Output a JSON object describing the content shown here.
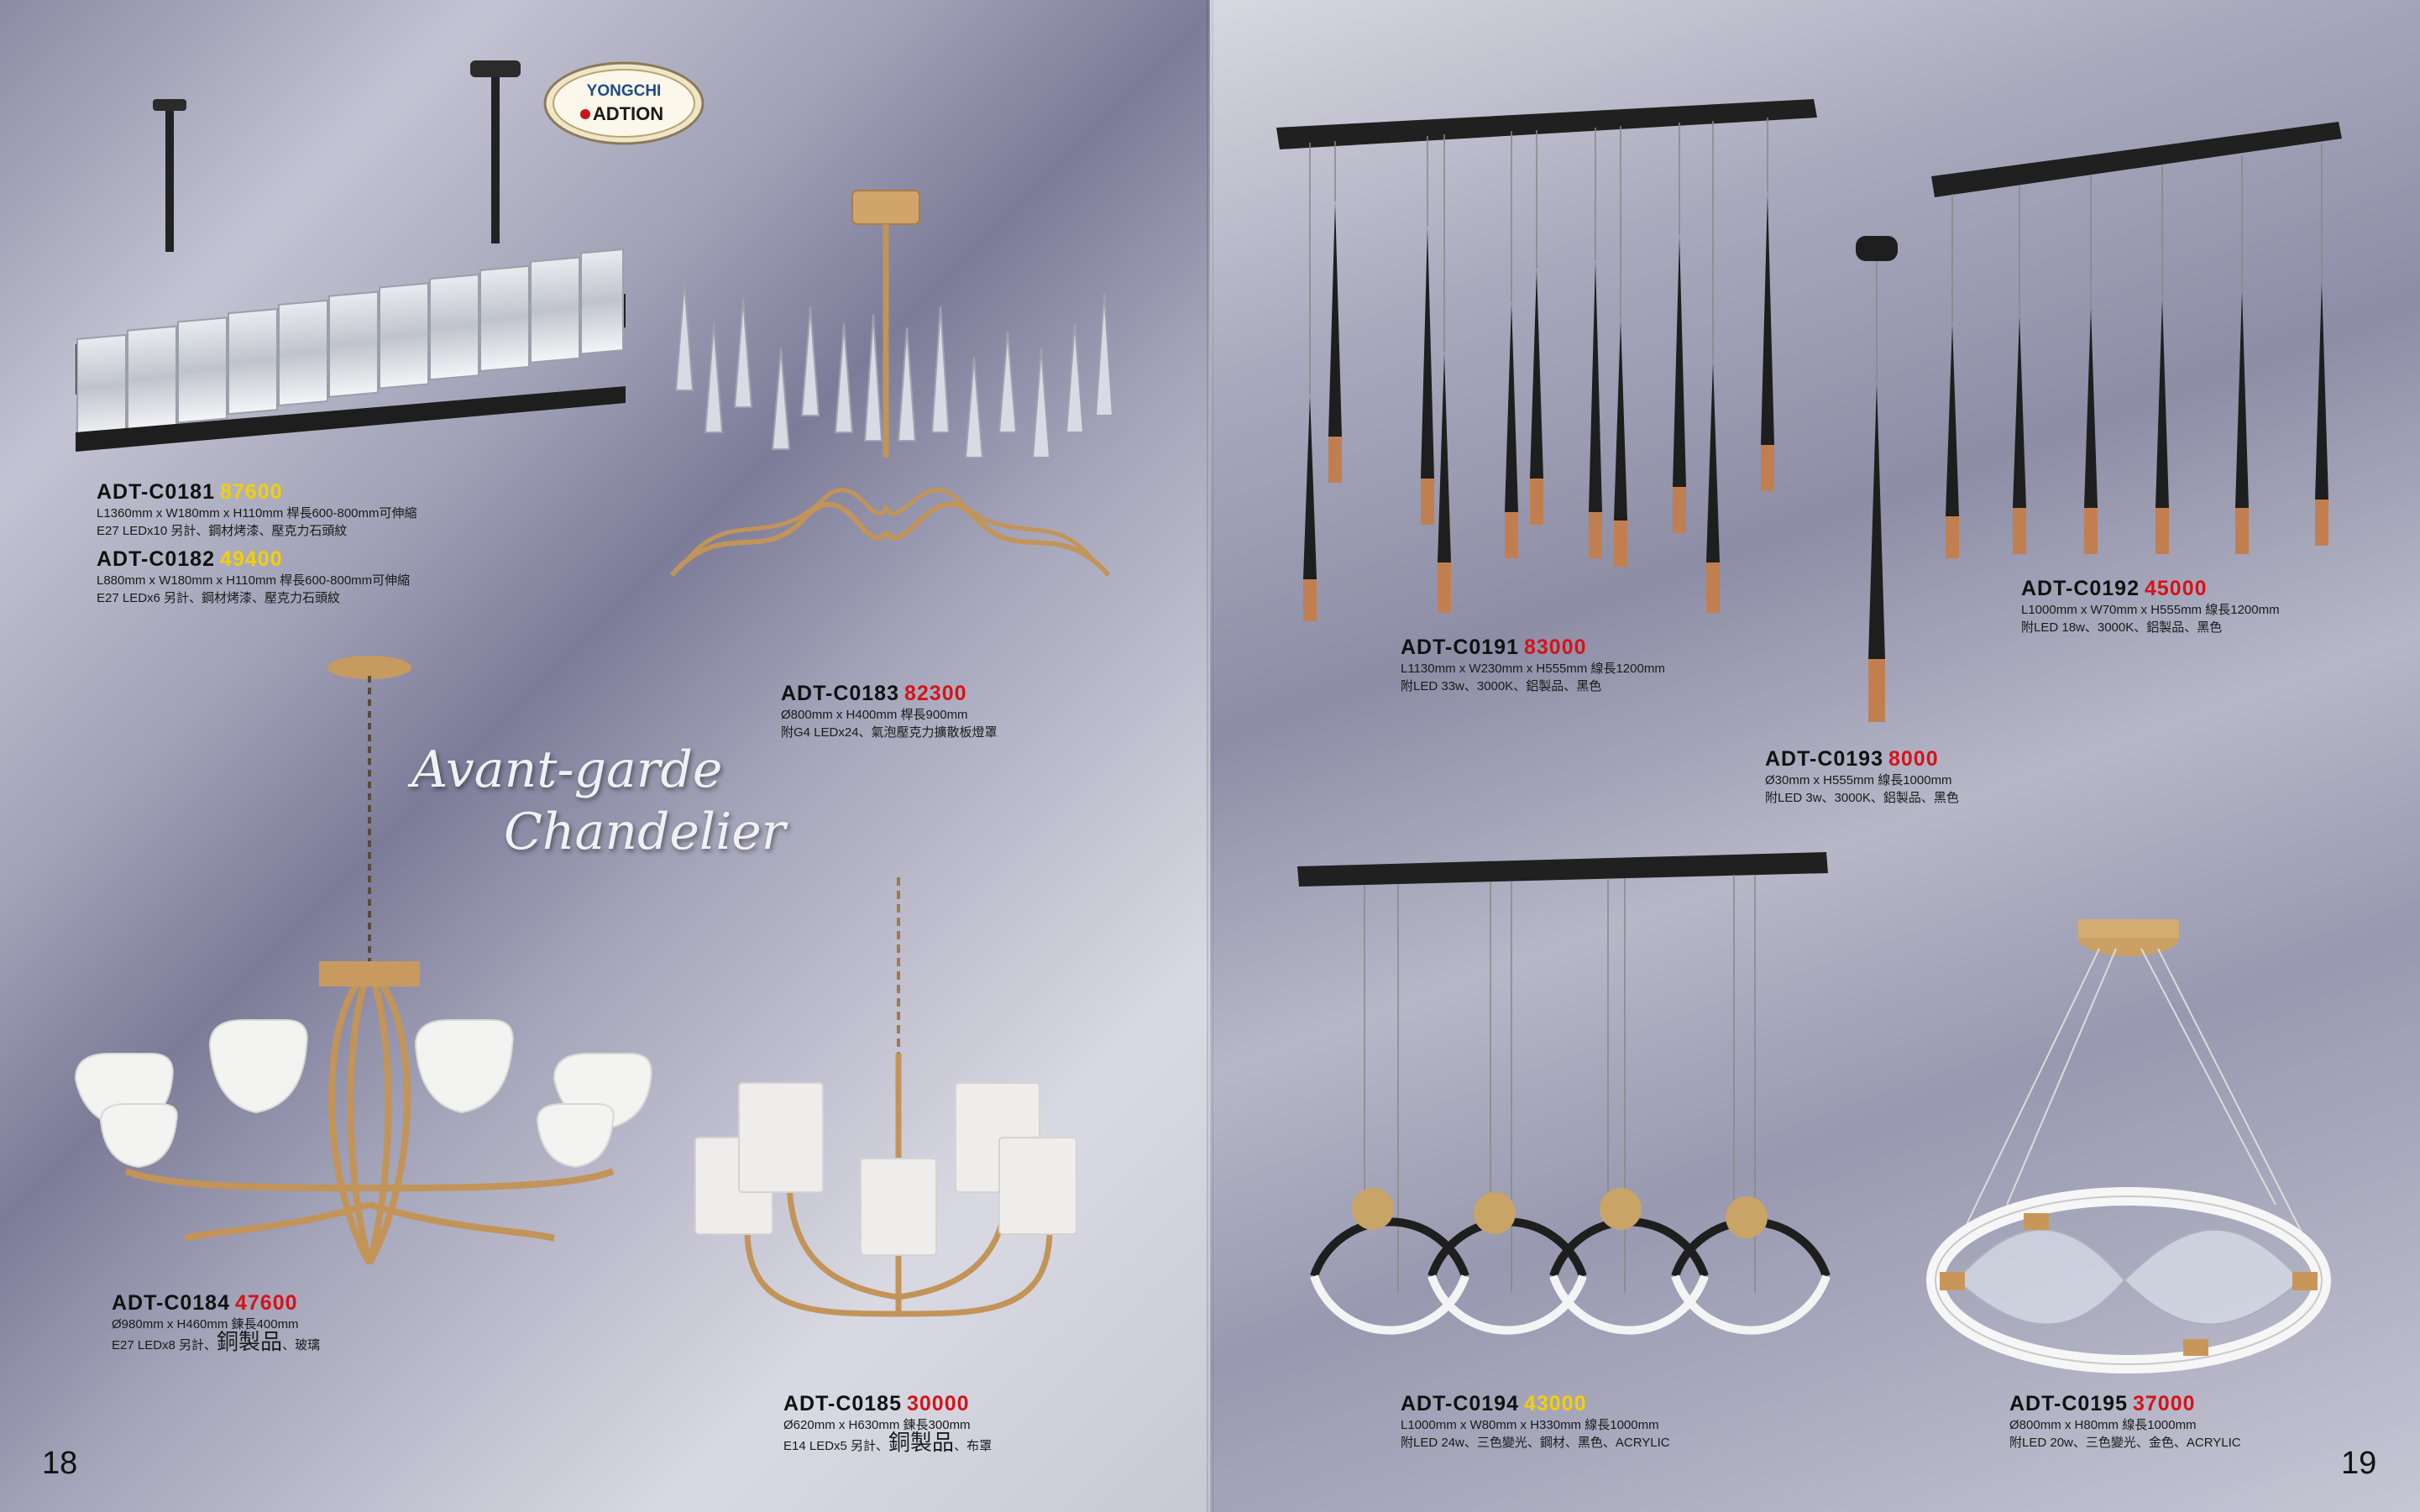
{
  "brand": {
    "line1": "YONGCHI",
    "line2": "ADTION"
  },
  "title": {
    "line1": "Avant-garde",
    "line2": "Chandelier"
  },
  "pages": {
    "left": "18",
    "right": "19"
  },
  "colors": {
    "price_yellow": "#f2d000",
    "price_red": "#d31418",
    "gold": "#c9965a",
    "black": "#222222"
  },
  "products": {
    "c0181": {
      "code": "ADT-C0181",
      "price": "87600",
      "spec1": "L1360mm x W180mm x H110mm 桿長600-800mm可伸縮",
      "spec2": "E27 LEDx10 另計、鋼材烤漆、壓克力石頭紋"
    },
    "c0182": {
      "code": "ADT-C0182",
      "price": "49400",
      "spec1": "L880mm x W180mm x H110mm 桿長600-800mm可伸縮",
      "spec2": "E27 LEDx6 另計、鋼材烤漆、壓克力石頭紋"
    },
    "c0183": {
      "code": "ADT-C0183",
      "price": "82300",
      "spec1": "Ø800mm x H400mm 桿長900mm",
      "spec2": "附G4 LEDx24、氣泡壓克力擴散板燈罩"
    },
    "c0184": {
      "code": "ADT-C0184",
      "price": "47600",
      "spec1": "Ø980mm x H460mm 鍊長400mm",
      "spec2a": "E27 LEDx8 另計、",
      "spec2b": "銅製品",
      "spec2c": "、玻璃"
    },
    "c0185": {
      "code": "ADT-C0185",
      "price": "30000",
      "spec1": "Ø620mm x H630mm 鍊長300mm",
      "spec2a": "E14 LEDx5 另計、",
      "spec2b": "銅製品",
      "spec2c": "、布罩"
    },
    "c0191": {
      "code": "ADT-C0191",
      "price": "83000",
      "spec1": "L1130mm x W230mm x H555mm 線長1200mm",
      "spec2": "附LED 33w、3000K、鋁製品、黑色"
    },
    "c0192": {
      "code": "ADT-C0192",
      "price": "45000",
      "spec1": "L1000mm x W70mm x H555mm 線長1200mm",
      "spec2": "附LED 18w、3000K、鋁製品、黑色"
    },
    "c0193": {
      "code": "ADT-C0193",
      "price": "8000",
      "spec1": "Ø30mm x H555mm 線長1000mm",
      "spec2": "附LED 3w、3000K、鋁製品、黑色"
    },
    "c0194": {
      "code": "ADT-C0194",
      "price": "43000",
      "spec1": "L1000mm x W80mm x H330mm 線長1000mm",
      "spec2": "附LED 24w、三色變光、鋼材、黑色、ACRYLIC"
    },
    "c0195": {
      "code": "ADT-C0195",
      "price": "37000",
      "spec1": "Ø800mm x H80mm 線長1000mm",
      "spec2": "附LED 20w、三色變光、金色、ACRYLIC"
    }
  }
}
